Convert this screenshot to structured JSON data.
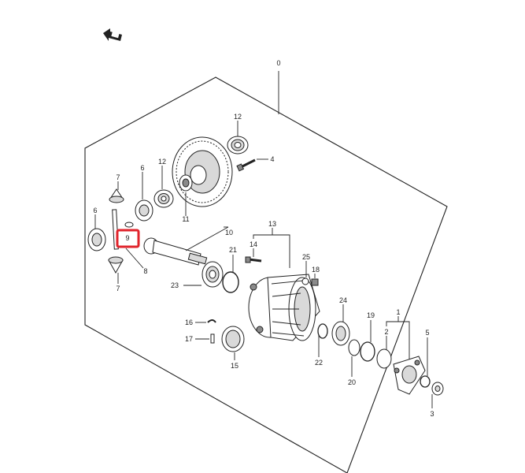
{
  "diagram": {
    "type": "exploded-parts-diagram",
    "accent_color": "#e0232b",
    "highlighted_callout": "9",
    "direction_marker": "arrow-icon",
    "callouts": {
      "c0": "0",
      "c1": "1",
      "c2": "2",
      "c3": "3",
      "c4": "4",
      "c5": "5",
      "c6a": "6",
      "c6b": "6",
      "c7a": "7",
      "c7b": "7",
      "c8": "8",
      "c9": "9",
      "c10": "10",
      "c11": "11",
      "c12a": "12",
      "c12b": "12",
      "c13": "13",
      "c14": "14",
      "c15": "15",
      "c16": "16",
      "c17": "17",
      "c18": "18",
      "c19": "19",
      "c20": "20",
      "c21": "21",
      "c22": "22",
      "c23": "23",
      "c24": "24",
      "c25": "25"
    }
  }
}
